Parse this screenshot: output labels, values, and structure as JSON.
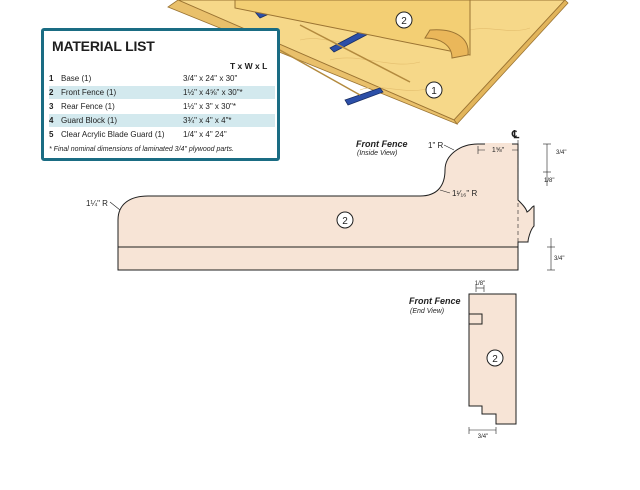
{
  "material_list": {
    "title": "MATERIAL LIST",
    "header": "T x W x L",
    "rows": [
      {
        "num": "1",
        "name": "Base (1)",
        "dims": "3/4\" x 24\" x 30\""
      },
      {
        "num": "2",
        "name": "Front Fence (1)",
        "dims": "1½\" x 4⅝\" x 30\"*"
      },
      {
        "num": "3",
        "name": "Rear Fence (1)",
        "dims": "1½\" x 3\" x 30\"*"
      },
      {
        "num": "4",
        "name": "Guard Block (1)",
        "dims": "3¾\" x 4\" x 4\"*"
      },
      {
        "num": "5",
        "name": "Clear Acrylic Blade Guard (1)",
        "dims": "1/4\" x 4\" 24\""
      }
    ],
    "footnote": "* Final nominal dimensions of laminated 3/4\" plywood parts."
  },
  "illustration": {
    "callout_top": "2",
    "callout_base": "1"
  },
  "inside_view": {
    "title": "Front Fence",
    "subtitle": "(Inside View)",
    "label_1R": "1\" R",
    "label_centerline": "℄",
    "label_1_5_8": "1⅝\"",
    "label_3_4_top": "3/4\"",
    "label_1_8": "1/8\"",
    "label_1_1_16R": "1¹⁄₁₆\" R",
    "label_1_1_4R": "1¼\" R",
    "label_3_4_bottom": "3/4\"",
    "callout": "2"
  },
  "end_view": {
    "title": "Front Fence",
    "subtitle": "(End View)",
    "label_1_8": "1/8\"",
    "label_3_4": "3/4\"",
    "callout": "2"
  },
  "colors": {
    "wood": "#f6d889",
    "wood_edge": "#e2b55b",
    "part_fill": "#f7e4d6",
    "rail_blue": "#2c4fa8",
    "list_border": "#1a6c83",
    "list_shade": "#d3e9ee"
  }
}
